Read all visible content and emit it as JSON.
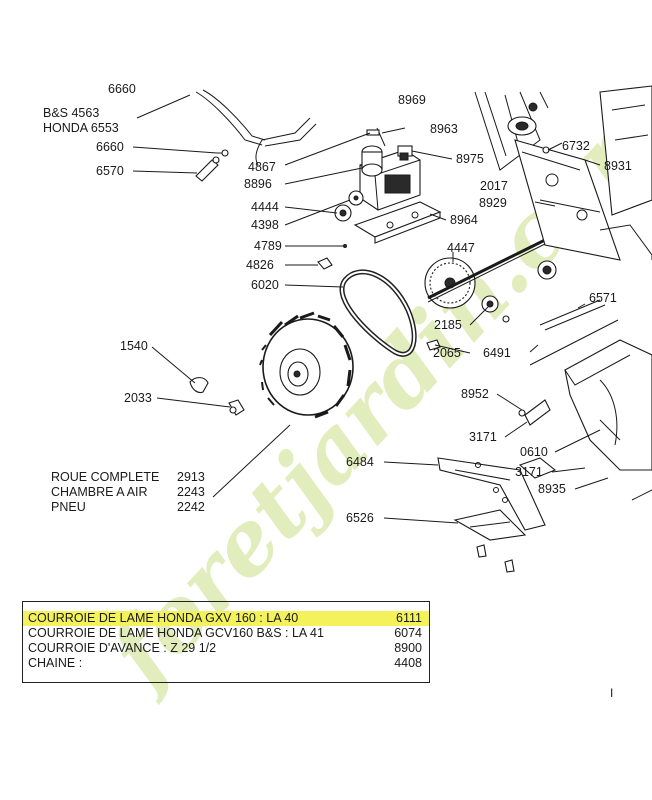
{
  "watermark": "foretjardin.com",
  "highlight_color": "#f4f25a",
  "labels": {
    "l6660a": "6660",
    "bs": "B&S 4563",
    "honda": "HONDA 6553",
    "l6660": "6660",
    "l6570": "6570",
    "l8969": "8969",
    "l8963": "8963",
    "l4867": "4867",
    "l8896": "8896",
    "l8975": "8975",
    "l6732": "6732",
    "l8931": "8931",
    "l2017": "2017",
    "l8929": "8929",
    "l4444": "4444",
    "l4398": "4398",
    "l8964": "8964",
    "l4789": "4789",
    "l4447": "4447",
    "l4826": "4826",
    "l6020": "6020",
    "l6571": "6571",
    "l2185": "2185",
    "l2065": "2065",
    "l6491": "6491",
    "l1540": "1540",
    "l2033": "2033",
    "l8952": "8952",
    "l3171a": "3171",
    "l0610": "0610",
    "l6484": "6484",
    "l3171b": "3171",
    "l8935": "8935",
    "roue": "ROUE COMPLETE",
    "roue_ref": "2913",
    "chambre": "CHAMBRE A AIR",
    "chambre_ref": "2243",
    "pneu": "PNEU",
    "pneu_ref": "2242",
    "l6526": "6526"
  },
  "table": {
    "rows": [
      {
        "desc": "COURROIE DE LAME HONDA GXV 160 : LA 40",
        "ref": "6111",
        "highlighted": true
      },
      {
        "desc": "COURROIE DE LAME HONDA GCV160  B&S : LA 41",
        "ref": "6074",
        "highlighted": false
      },
      {
        "desc": "COURROIE D'AVANCE :  Z 29 1/2",
        "ref": "8900",
        "highlighted": false
      },
      {
        "desc": "CHAINE :",
        "ref": "4408",
        "highlighted": false
      }
    ]
  },
  "page_mark": "I"
}
